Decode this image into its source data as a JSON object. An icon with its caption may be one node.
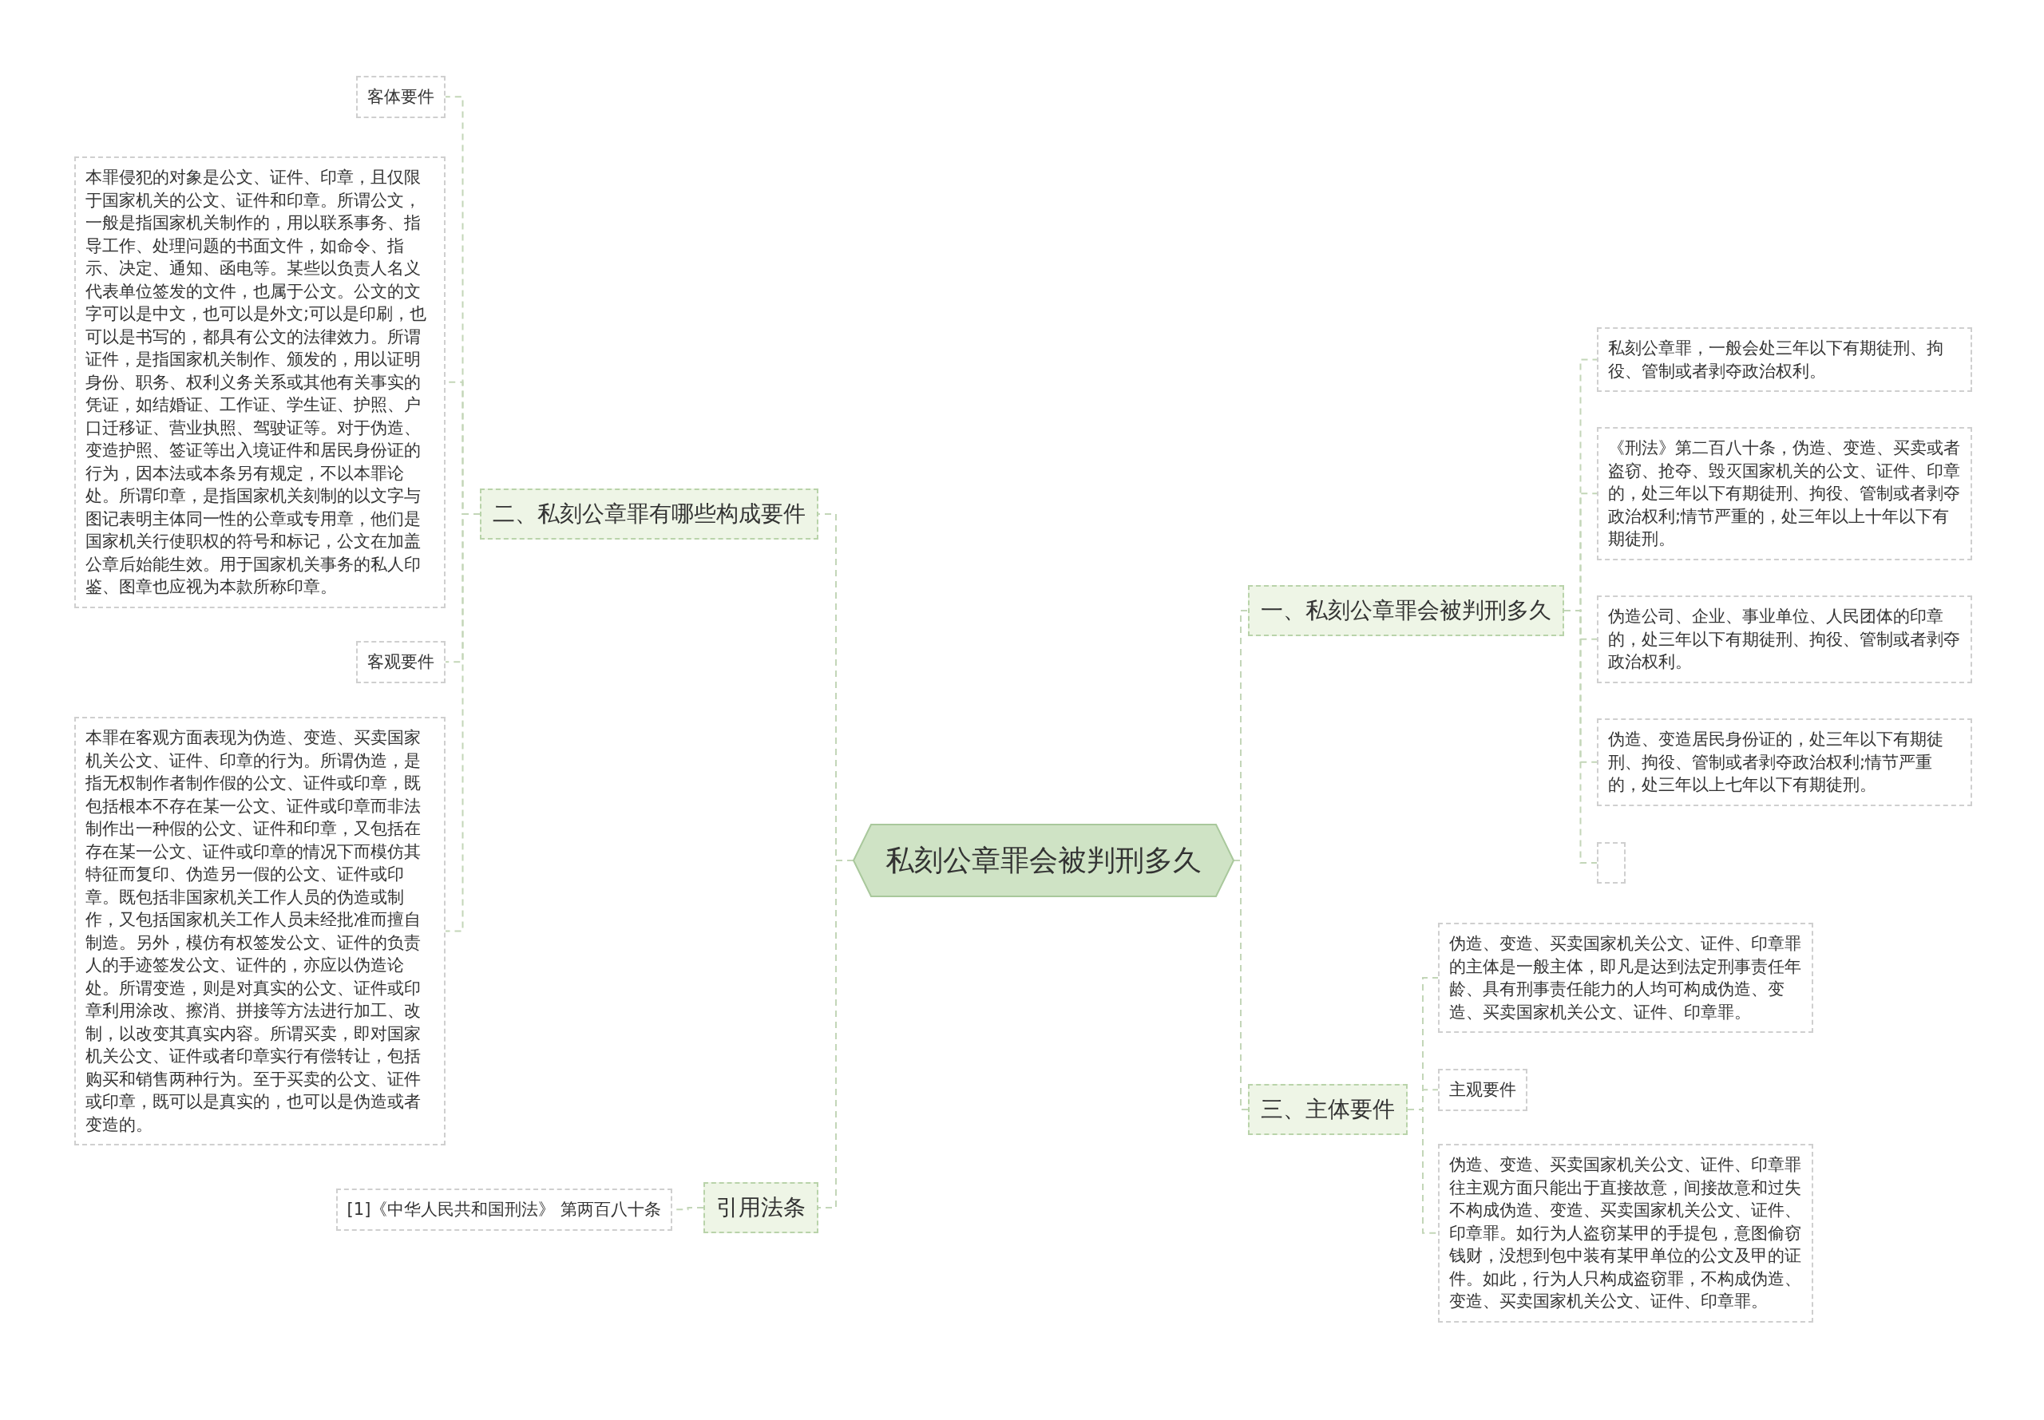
{
  "diagram": {
    "nodes": [
      {
        "text": [
          "私刻公章罪会被判刑多久"
        ]
      },
      {
        "text": [
          "二、私刻公章罪有哪些构成要件"
        ]
      },
      {
        "text": [
          "客体要件"
        ]
      },
      {
        "text": [
          "本罪侵犯的对象是公文、证件、印章，且仅限于国家机关的公文、证件和印章。所谓公文，一般是指国家机关制作的，用以联系事务、指导工作、处理问题的书面文件，如命令、指示、决定、通知、函电等。某些以负责人名义代表单位签发的文件，也属于公文。公文的文字可以是中文，也可以是外文;可以是印刷，也可以是书写的，都具有公文的法律效力。所谓证件，是指国家机关制作、颁发的，用以证明身份、职务、权利义务关系或其他有关事实的凭证，如结婚证、工作证、学生证、护照、户口迁移证、营业执照、驾驶证等。对于伪造、变造护照、签证等出入境证件和居民身份证的行为，因本法或本条另有规定，不以本罪论处。所谓印章，是指国家机关刻制的以文字与图记表明主体同一性的公章或专用章，他们是国家机关行使职权的符号和标记，公文在加盖公章后始能生效。用于国家机关事务的私人印鉴、图章也应视为本款所称印章。"
        ]
      },
      {
        "text": [
          "客观要件"
        ]
      },
      {
        "text": [
          "本罪在客观方面表现为伪造、变造、买卖国家机关公文、证件、印章的行为。所谓伪造，是指无权制作者制作假的公文、证件或印章，既包括根本不存在某一公文、证件或印章而非法制作出一种假的公文、证件和印章，又包括在存在某一公文、证件或印章的情况下而模仿其特征而复印、伪造另一假的公文、证件或印章。既包括非国家机关工作人员的伪造或制作，又包括国家机关工作人员未经批准而擅自制造。另外，模仿有权签发公文、证件的负责人的手迹签发公文、证件的，亦应以伪造论处。所谓变造，则是对真实的公文、证件或印章利用涂改、擦消、拼接等方法进行加工、改制，以改变其真实内容。所谓买卖，即对国家机关公文、证件或者印章实行有偿转让，包括购买和销售两种行为。至于买卖的公文、证件或印章，既可以是真实的，也可以是伪造或者变造的。"
        ]
      },
      {
        "text": [
          "引用法条"
        ]
      },
      {
        "text": [
          "[1]《中华人民共和国刑法》 第两百八十条"
        ]
      },
      {
        "text": [
          "一、私刻公章罪会被判刑多久"
        ]
      },
      {
        "text": [
          "私刻公章罪，一般会处三年以下有期徒刑、拘役、管制或者剥夺政治权利。"
        ]
      },
      {
        "text": [
          "《刑法》第二百八十条，伪造、变造、买卖或者盗窃、抢夺、毁灭国家机关的公文、证件、印章的，处三年以下有期徒刑、拘役、管制或者剥夺政治权利;情节严重的，处三年以上十年以下有期徒刑。"
        ]
      },
      {
        "text": [
          "伪造公司、企业、事业单位、人民团体的印章的，处三年以下有期徒刑、拘役、管制或者剥夺政治权利。"
        ]
      },
      {
        "text": [
          "伪造、变造居民身份证的，处三年以下有期徒刑、拘役、管制或者剥夺政治权利;情节严重的，处三年以上七年以下有期徒刑。"
        ]
      },
      {
        "text": [],
        "shape": "box"
      },
      {
        "text": [
          "三、主体要件"
        ]
      },
      {
        "text": [
          "伪造、变造、买卖国家机关公文、证件、印章罪的主体是一般主体，即凡是达到法定刑事责任年龄、具有刑事责任能力的人均可构成伪造、变造、买卖国家机关公文、证件、印章罪。"
        ]
      },
      {
        "text": [
          "主观要件"
        ]
      },
      {
        "text": [
          "伪造、变造、买卖国家机关公文、证件、印章罪往主观方面只能出于直接故意，间接故意和过失不构成伪造、变造、买卖国家机关公文、证件、印章罪。如行为人盗窃某甲的手提包，意图偷窃钱财，没想到包中装有某甲单位的公文及甲的证件。如此，行为人只构成盗窃罪，不构成伪造、变造、买卖国家机关公文、证件、印章罪。"
        ]
      }
    ],
    "edges": [
      {
        "from": 0,
        "to": 1,
        "arrow": "none"
      },
      {
        "from": 0,
        "to": 6,
        "arrow": "none"
      },
      {
        "from": 0,
        "to": 8,
        "arrow": "none"
      },
      {
        "from": 0,
        "to": 14,
        "arrow": "none"
      },
      {
        "from": 1,
        "to": 2,
        "arrow": "none"
      },
      {
        "from": 1,
        "to": 3,
        "arrow": "none"
      },
      {
        "from": 1,
        "to": 4,
        "arrow": "none"
      },
      {
        "from": 1,
        "to": 5,
        "arrow": "none"
      },
      {
        "from": 6,
        "to": 7,
        "arrow": "none"
      },
      {
        "from": 8,
        "to": 9,
        "arrow": "none"
      },
      {
        "from": 8,
        "to": 10,
        "arrow": "none"
      },
      {
        "from": 8,
        "to": 11,
        "arrow": "none"
      },
      {
        "from": 8,
        "to": 12,
        "arrow": "none"
      },
      {
        "from": 8,
        "to": 13,
        "arrow": "none"
      },
      {
        "from": 14,
        "to": 15,
        "arrow": "none"
      },
      {
        "from": 14,
        "to": 16,
        "arrow": "none"
      },
      {
        "from": 14,
        "to": 17,
        "arrow": "none"
      }
    ]
  }
}
